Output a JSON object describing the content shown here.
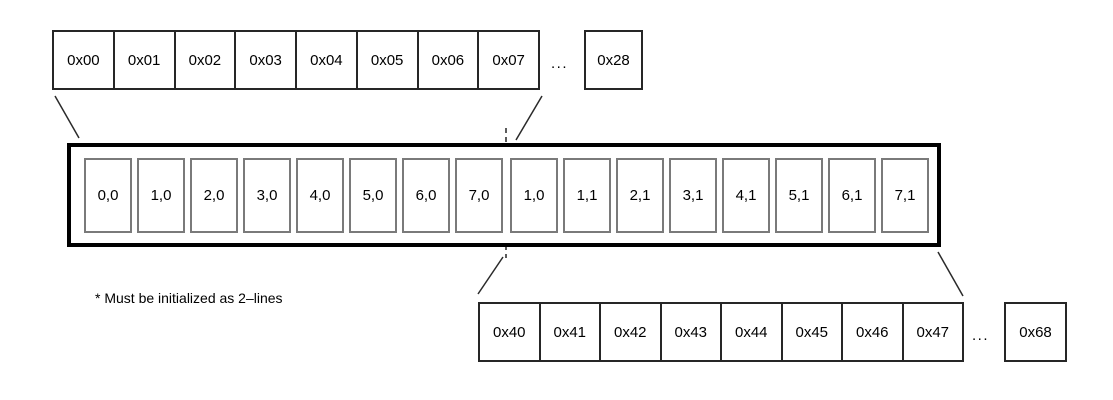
{
  "figure": {
    "top_row": {
      "cells": [
        "0x00",
        "0x01",
        "0x02",
        "0x03",
        "0x04",
        "0x05",
        "0x06",
        "0x07"
      ],
      "ellipsis": "...",
      "tail_cell": "0x28"
    },
    "display_box": {
      "cells": [
        "0,0",
        "1,0",
        "2,0",
        "3,0",
        "4,0",
        "5,0",
        "6,0",
        "7,0",
        "1,0",
        "1,1",
        "2,1",
        "3,1",
        "4,1",
        "5,1",
        "6,1",
        "7,1"
      ]
    },
    "bottom_row": {
      "cells": [
        "0x40",
        "0x41",
        "0x42",
        "0x43",
        "0x44",
        "0x45",
        "0x46",
        "0x47"
      ],
      "ellipsis": "...",
      "tail_cell": "0x68"
    },
    "note": "* Must be initialized as 2–lines",
    "colors": {
      "thick_box_border": "#000000",
      "address_cell_border": "#262626",
      "display_cell_border": "#7a7a7a",
      "connector_line": "#2a2a2a"
    }
  }
}
